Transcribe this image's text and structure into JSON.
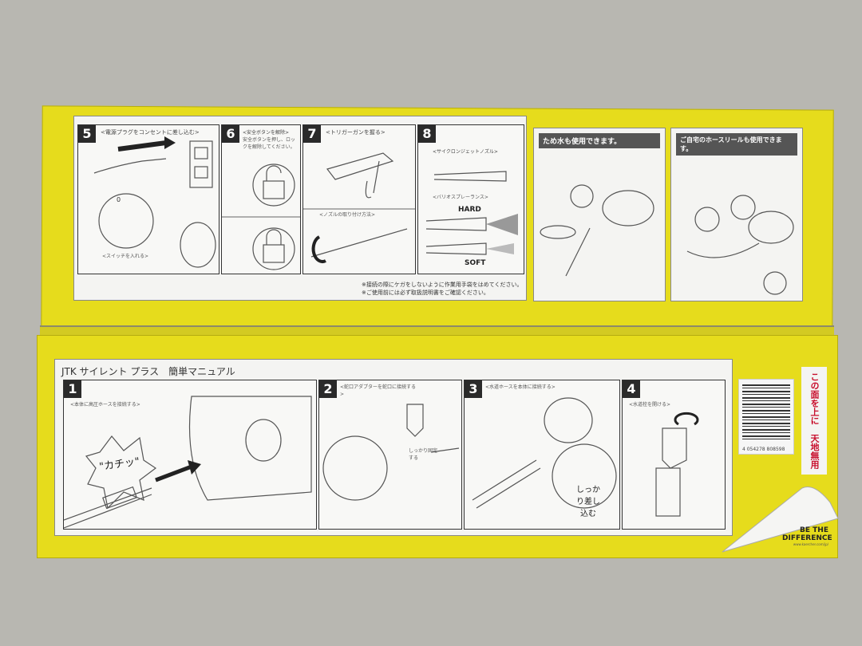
{
  "top_panel": {
    "steps": [
      {
        "number": "5",
        "title": "<電源プラグをコンセントに差し込む>",
        "caption": "<スイッチを入れる>"
      },
      {
        "number": "6",
        "title": "<安全ボタンを解除>",
        "caption": "安全ボタンを押し、ロックを解除してください。"
      },
      {
        "number": "7",
        "title": "<トリガーガンを握る>",
        "caption": "<ノズルの取り付け方法>"
      },
      {
        "number": "8",
        "title": "<サイクロンジェットノズル>",
        "caption": "<バリオスプレーランス>",
        "labels": [
          "HARD",
          "SOFT"
        ]
      }
    ],
    "notes": [
      "※接続の際にケガをしないように作業用手袋をはめてください。",
      "※ご使用前には必ず取扱説明書をご確認ください。"
    ]
  },
  "side_panels": [
    {
      "title": "ため水も使用できます。"
    },
    {
      "title": "ご自宅のホースリールも使用できます。"
    }
  ],
  "bottom_panel": {
    "title": "JTK サイレント プラス　簡単マニュアル",
    "steps": [
      {
        "number": "1",
        "title": "<本体に高圧ホースを接続する>",
        "sound": "\"カチッ\""
      },
      {
        "number": "2",
        "title": "<蛇口アダプターを蛇口に接続する>",
        "label": "しっかり固定する"
      },
      {
        "number": "3",
        "title": "<水道ホースを本体に接続する>",
        "label": "しっかり差し込む"
      },
      {
        "number": "4",
        "title": "<水道栓を開ける>"
      }
    ]
  },
  "barcode": {
    "digits": "4 054278 808598"
  },
  "orientation_label": "この面を上に　天地無用",
  "slogan": {
    "line1": "BE THE",
    "line2": "DIFFERENCE",
    "url": "www.kaercher.com/jp/"
  },
  "colors": {
    "box_yellow": "#e6dc1c",
    "red_label": "#c8102e"
  }
}
